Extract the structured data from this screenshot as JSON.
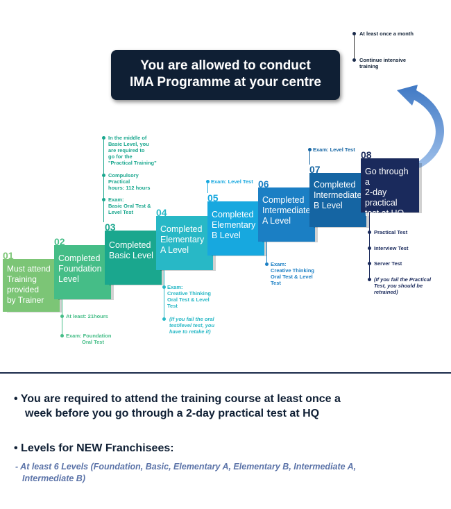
{
  "banner": {
    "line1": "You are allowed to conduct",
    "line2": "IMA Programme at your centre"
  },
  "banner_notes": [
    "At least once a month",
    "Continue intensive training"
  ],
  "steps": [
    {
      "num": "01",
      "lines": [
        "Must attend",
        "Training",
        "provided",
        "by Trainer"
      ],
      "color": "#7cc576"
    },
    {
      "num": "02",
      "lines": [
        "Completed",
        "Foundation",
        "Level"
      ],
      "color": "#45bd87"
    },
    {
      "num": "03",
      "lines": [
        "Completed",
        "Basic Level"
      ],
      "color": "#1aa78e"
    },
    {
      "num": "04",
      "lines": [
        "Completed",
        "Elementary",
        "A Level"
      ],
      "color": "#28b8c6"
    },
    {
      "num": "05",
      "lines": [
        "Completed",
        "Elementary",
        "B Level"
      ],
      "color": "#17a8df"
    },
    {
      "num": "06",
      "lines": [
        "Completed",
        "Intermediate",
        "A Level"
      ],
      "color": "#1b7fc4"
    },
    {
      "num": "07",
      "lines": [
        "Completed",
        "Intermediate",
        "B Level"
      ],
      "color": "#1565a3"
    },
    {
      "num": "08",
      "lines": [
        "Go through a",
        "2-day practical",
        "test at HQ"
      ],
      "color": "#1a2a5c"
    }
  ],
  "notes": {
    "s02_a": "At least: 21hours",
    "s02_b": [
      "Exam: Foundation",
      "Oral Test"
    ],
    "s03_a": [
      "In the middle of",
      "Basic Level, you",
      "are required to",
      "go for the",
      "\"Practical Training\""
    ],
    "s03_b": [
      "Compulsory",
      "Practical",
      "hours: 112 hours"
    ],
    "s03_c": [
      "Exam:",
      "Basic Oral Test &",
      "Level Test"
    ],
    "s04_a": [
      "Exam:",
      "Creative Thinking",
      "Oral Test & Level",
      "Test"
    ],
    "s04_b": [
      "(If you fail the oral",
      "test/level test, you",
      "have to retake it)"
    ],
    "s05": "Exam: Level Test",
    "s06": [
      "Exam:",
      "Creative Thinking",
      "Oral Test & Level",
      "Test"
    ],
    "s07": "Exam: Level Test",
    "s08_a": "Practical Test",
    "s08_b": "Interview Test",
    "s08_c": "Server Test",
    "s08_d": [
      "(If you fail the Practical",
      "Test, you should be",
      "retrained)"
    ]
  },
  "bullets": {
    "b1": [
      "• You are required to attend the training course at least once a",
      "week before you go through a 2-day practical test at HQ"
    ],
    "b2": "• Levels for NEW Franchisees:",
    "sub": [
      "- At least 6 Levels (Foundation, Basic, Elementary A, Elementary B, Intermediate A,",
      "Intermediate B)"
    ]
  },
  "colors": {
    "navy": "#0f1f34",
    "teal_note": "#1aa78e",
    "blue_note": "#2a6db0",
    "arrow": "#5b8fd0"
  }
}
